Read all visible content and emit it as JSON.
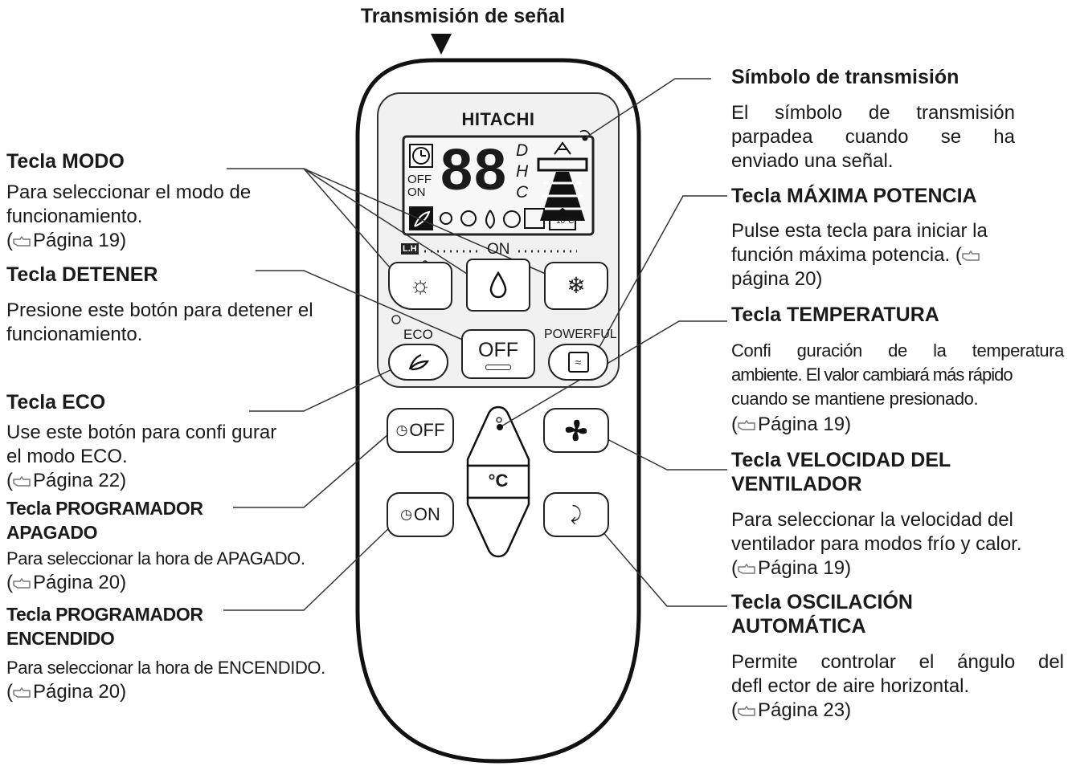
{
  "header": {
    "signal_label": "Transmisión de señal"
  },
  "remote": {
    "brand": "HITACHI",
    "lcd": {
      "digits": "88",
      "timer_off": "OFF",
      "timer_on": "ON",
      "mode_letters": [
        "D",
        "H",
        "C"
      ],
      "preset_temp": "10°C"
    },
    "level_label": "L.H",
    "on_label": "ON",
    "buttons": {
      "eco_label": "ECO",
      "off_label": "OFF",
      "powerful_label": "POWERFUL",
      "timer_off_label": "OFF",
      "timer_on_label": "ON",
      "temp_unit": "°C"
    }
  },
  "callouts": {
    "mode": {
      "title": "Tecla MODO",
      "lines": [
        "Para seleccionar el modo de",
        "funcionamiento."
      ],
      "ref": "Página 19)"
    },
    "stop": {
      "title": "Tecla DETENER",
      "lines": [
        "Presione este botón para detener el",
        "funcionamiento."
      ]
    },
    "eco": {
      "title": "Tecla ECO",
      "lines": [
        "Use este botón para confi gurar",
        "el modo ECO."
      ],
      "ref": "Página 22)"
    },
    "timer_off": {
      "title_lines": [
        "Tecla PROGRAMADOR",
        "APAGADO"
      ],
      "lines": [
        "Para seleccionar la hora de APAGADO."
      ],
      "ref": "Página 20)"
    },
    "timer_on": {
      "title_lines": [
        "Tecla PROGRAMADOR",
        "ENCENDIDO"
      ],
      "lines": [
        "Para seleccionar la hora de ENCENDIDO."
      ],
      "ref": "Página 20)"
    },
    "transmission": {
      "title": "Símbolo de transmisión",
      "lines": [
        "El símbolo de transmisión",
        "parpadea cuando se ha",
        "enviado una señal."
      ]
    },
    "powerful": {
      "title": "Tecla MÁXIMA POTENCIA",
      "lines": [
        "Pulse esta tecla para iniciar la",
        "función máxima potencia. ("
      ],
      "ref": "página 20)"
    },
    "temperature": {
      "title": "Tecla TEMPERATURA",
      "lines": [
        "Confi guración de la temperatura",
        "ambiente. El valor cambiará más rápido",
        "cuando se mantiene presionado."
      ],
      "ref": "Página 19)"
    },
    "fan": {
      "title_lines": [
        "Tecla VELOCIDAD DEL",
        "VENTILADOR"
      ],
      "lines": [
        "Para seleccionar la velocidad del",
        "ventilador para modos frío y calor."
      ],
      "ref": "Página 19)"
    },
    "swing": {
      "title_lines": [
        "Tecla OSCILACIÓN",
        "AUTOMÁTICA"
      ],
      "lines": [
        "Permite controlar el ángulo del",
        "defl ector de aire horizontal."
      ],
      "ref": "Página 23)"
    }
  },
  "icons": {
    "pointer": "pointing-hand-icon",
    "signal": "down-triangle-icon",
    "heat": "sun-icon",
    "dry": "drop-icon",
    "cool": "snowflake-icon",
    "eco": "leaf-icon",
    "powerful": "powerful-icon",
    "fan": "fan-icon",
    "swing": "swing-icon",
    "timer": "clock-icon"
  },
  "colors": {
    "ink": "#1a1a1a",
    "panel": "#f1f1f1",
    "button": "#ffffff"
  }
}
